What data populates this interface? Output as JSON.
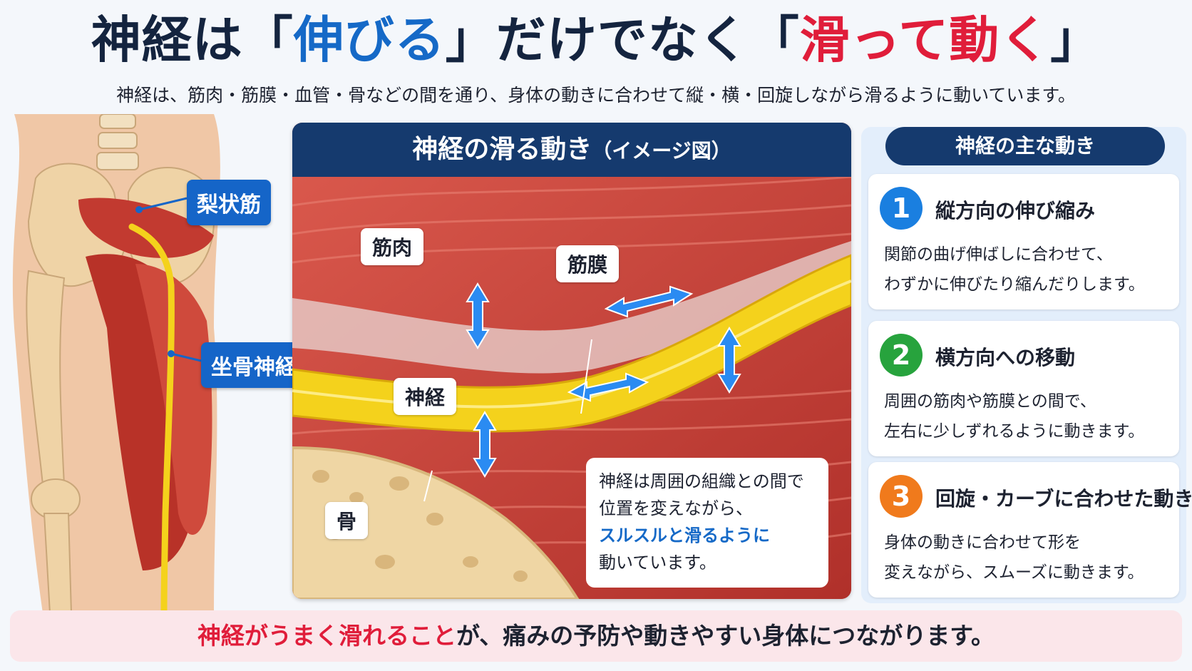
{
  "title": {
    "part1": "神経は「",
    "highlight1": "伸びる",
    "part2": "」だけでなく「",
    "highlight2": "滑って動く",
    "part3": "」"
  },
  "subtitle": "神経は、筋肉・筋膜・血管・骨などの間を通り、身体の動きに合わせて縦・横・回旋しながら滑るように動いています。",
  "anatomy": {
    "tag_piriformis": "梨状筋",
    "tag_sciatic": "坐骨神経"
  },
  "center": {
    "title": "神経の滑る動き",
    "title_suffix": "（イメージ図）",
    "labels": {
      "muscle": "筋肉",
      "fascia": "筋膜",
      "nerve": "神経",
      "bone": "骨"
    },
    "note": {
      "line1": "神経は周囲の組織との間で",
      "line2": "位置を変えながら、",
      "line3": "スルスルと滑るように",
      "line4": "動いています。"
    }
  },
  "right": {
    "title": "神経の主な動き",
    "items": [
      {
        "num": "1",
        "title": "縦方向の伸び縮み",
        "line1": "関節の曲げ伸ばしに合わせて、",
        "line2": "わずかに伸びたり縮んだりします。"
      },
      {
        "num": "2",
        "title": "横方向への移動",
        "line1": "周囲の筋肉や筋膜との間で、",
        "line2": "左右に少しずれるように動きます。"
      },
      {
        "num": "3",
        "title": "回旋・カーブに合わせた動き",
        "line1": "身体の動きに合わせて形を",
        "line2": "変えながら、スムーズに動きます。"
      }
    ]
  },
  "footer": {
    "highlight": "神経がうまく滑れること",
    "rest": "が、痛みの予防や動きやすい身体につながります。"
  },
  "colors": {
    "navy": "#153a6e",
    "blue": "#1569c7",
    "red": "#e01d3a",
    "step1": "#1a7fe0",
    "step2": "#27a33d",
    "step3": "#f07a1c",
    "nerve": "#f4d21c",
    "muscle": "#c73c36",
    "bone": "#efd6a4"
  }
}
